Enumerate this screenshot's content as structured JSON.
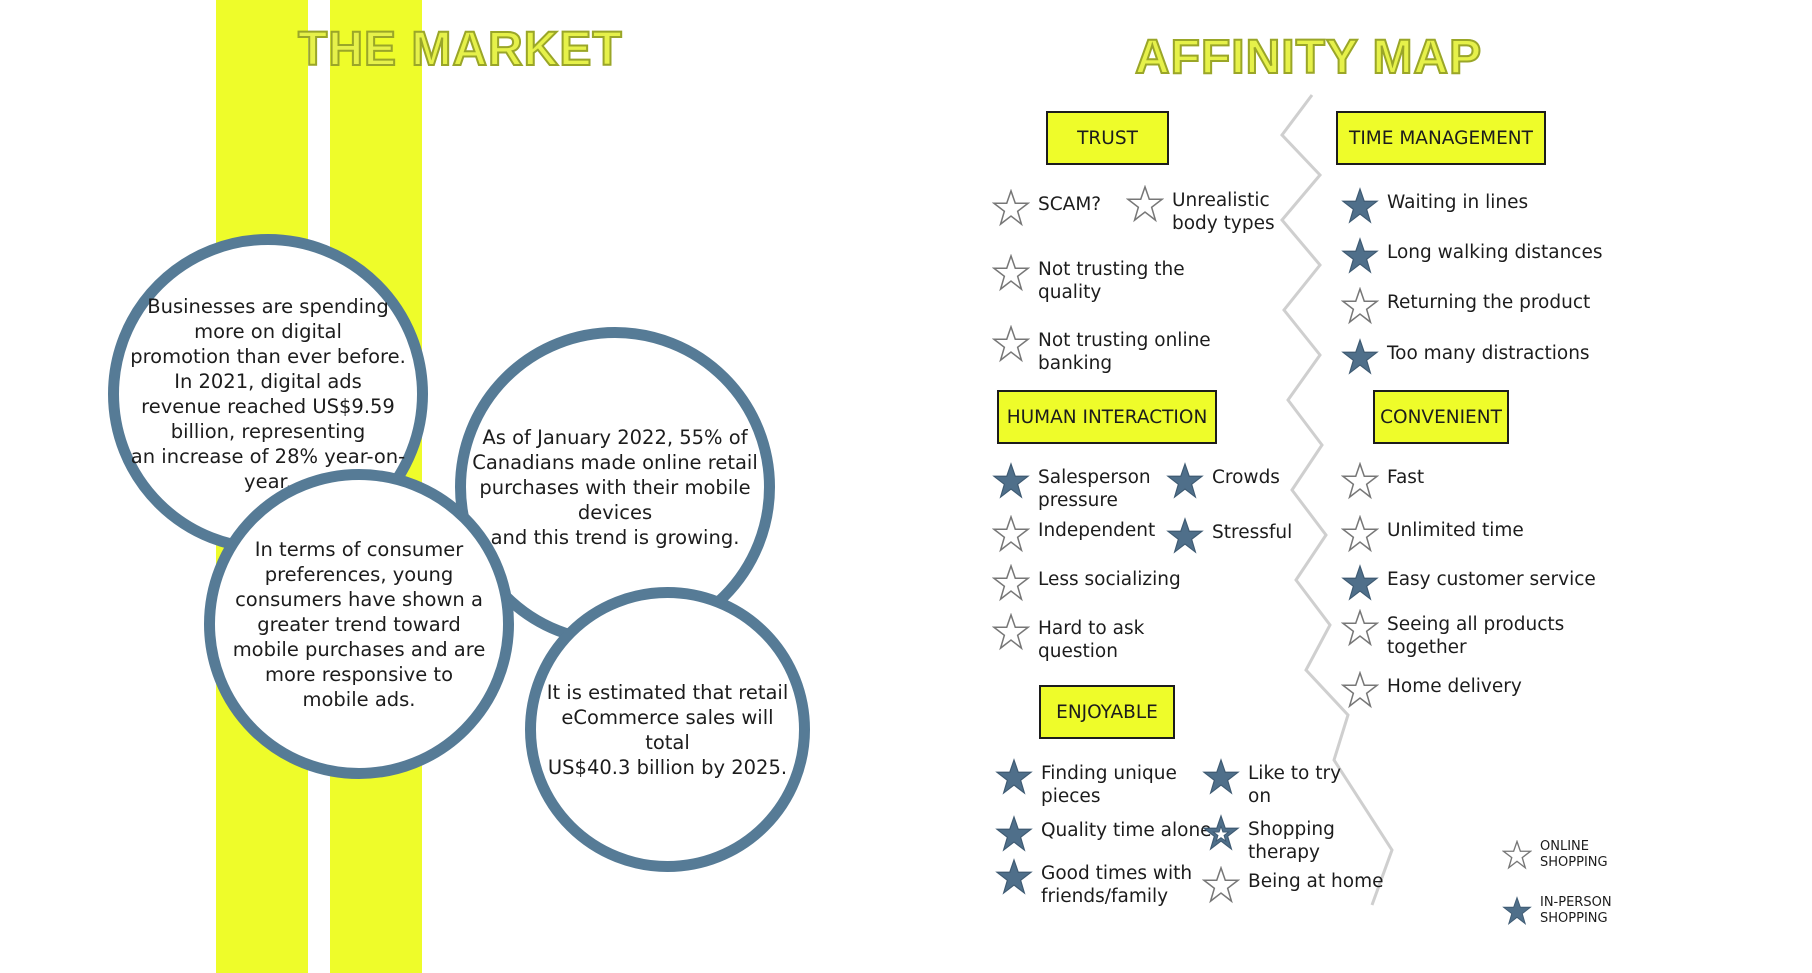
{
  "market": {
    "title": "THE MARKET",
    "circles": [
      "Businesses are spending\nmore on digital\npromotion than ever before.\nIn 2021, digital ads\nrevenue reached US$9.59\nbillion, representing\nan increase of 28% year-on-\nyear.",
      "As of January 2022, 55% of\nCanadians made online retail\npurchases with their mobile\ndevices\nand this trend is growing.",
      "In terms of consumer\npreferences, young\nconsumers have shown a\ngreater trend toward\nmobile purchases and are\nmore responsive to\nmobile ads.",
      "It is estimated that retail\neCommerce sales will\ntotal\nUS$40.3 billion by 2025."
    ]
  },
  "affinity": {
    "title": "AFFINITY MAP",
    "categories": {
      "trust": {
        "label": "TRUST",
        "items": [
          {
            "text": "SCAM?",
            "icon": "online-star-icon"
          },
          {
            "text": "Unrealistic\nbody types",
            "icon": "online-star-icon"
          },
          {
            "text": "Not trusting the\nquality",
            "icon": "online-star-icon"
          },
          {
            "text": "Not trusting online\nbanking",
            "icon": "online-star-icon"
          }
        ]
      },
      "time_management": {
        "label": "TIME MANAGEMENT",
        "items": [
          {
            "text": "Waiting in lines",
            "icon": "in-person-star-icon"
          },
          {
            "text": "Long walking distances",
            "icon": "in-person-star-icon"
          },
          {
            "text": "Returning the product",
            "icon": "online-star-icon"
          },
          {
            "text": "Too many distractions",
            "icon": "in-person-star-icon"
          }
        ]
      },
      "human_interaction": {
        "label": "HUMAN INTERACTION",
        "items": [
          {
            "text": "Salesperson\npressure",
            "icon": "in-person-star-icon"
          },
          {
            "text": "Crowds",
            "icon": "in-person-star-icon"
          },
          {
            "text": "Independent",
            "icon": "online-star-icon"
          },
          {
            "text": "Stressful",
            "icon": "in-person-star-icon"
          },
          {
            "text": "Less socializing",
            "icon": "online-star-icon"
          },
          {
            "text": "Hard to ask\nquestion",
            "icon": "online-star-icon"
          }
        ]
      },
      "convenient": {
        "label": "CONVENIENT",
        "items": [
          {
            "text": "Fast",
            "icon": "online-star-icon"
          },
          {
            "text": "Unlimited time",
            "icon": "online-star-icon"
          },
          {
            "text": "Easy customer service",
            "icon": "in-person-star-icon"
          },
          {
            "text": "Seeing all products\ntogether",
            "icon": "online-star-icon"
          },
          {
            "text": "Home delivery",
            "icon": "online-star-icon"
          }
        ]
      },
      "enjoyable": {
        "label": "ENJOYABLE",
        "items": [
          {
            "text": "Finding unique\npieces",
            "icon": "in-person-star-icon"
          },
          {
            "text": "Like to try\non",
            "icon": "in-person-star-icon"
          },
          {
            "text": "Quality time alone",
            "icon": "in-person-star-icon"
          },
          {
            "text": "Shopping\ntherapy",
            "icon": "both-star-icon"
          },
          {
            "text": "Good times with\nfriends/family",
            "icon": "in-person-star-icon"
          },
          {
            "text": "Being at home",
            "icon": "online-star-icon"
          }
        ]
      }
    },
    "legend": [
      {
        "label": "ONLINE\nSHOPPING",
        "icon": "online-star-icon"
      },
      {
        "label": "IN-PERSON\nSHOPPING",
        "icon": "in-person-star-icon"
      }
    ]
  },
  "colors": {
    "accent_yellow": "#eefc2a",
    "title_fill": "#e6f14a",
    "circle_border": "#567b96",
    "filled_star": "#4f6f8a",
    "divider_line": "#cfcfcf"
  }
}
